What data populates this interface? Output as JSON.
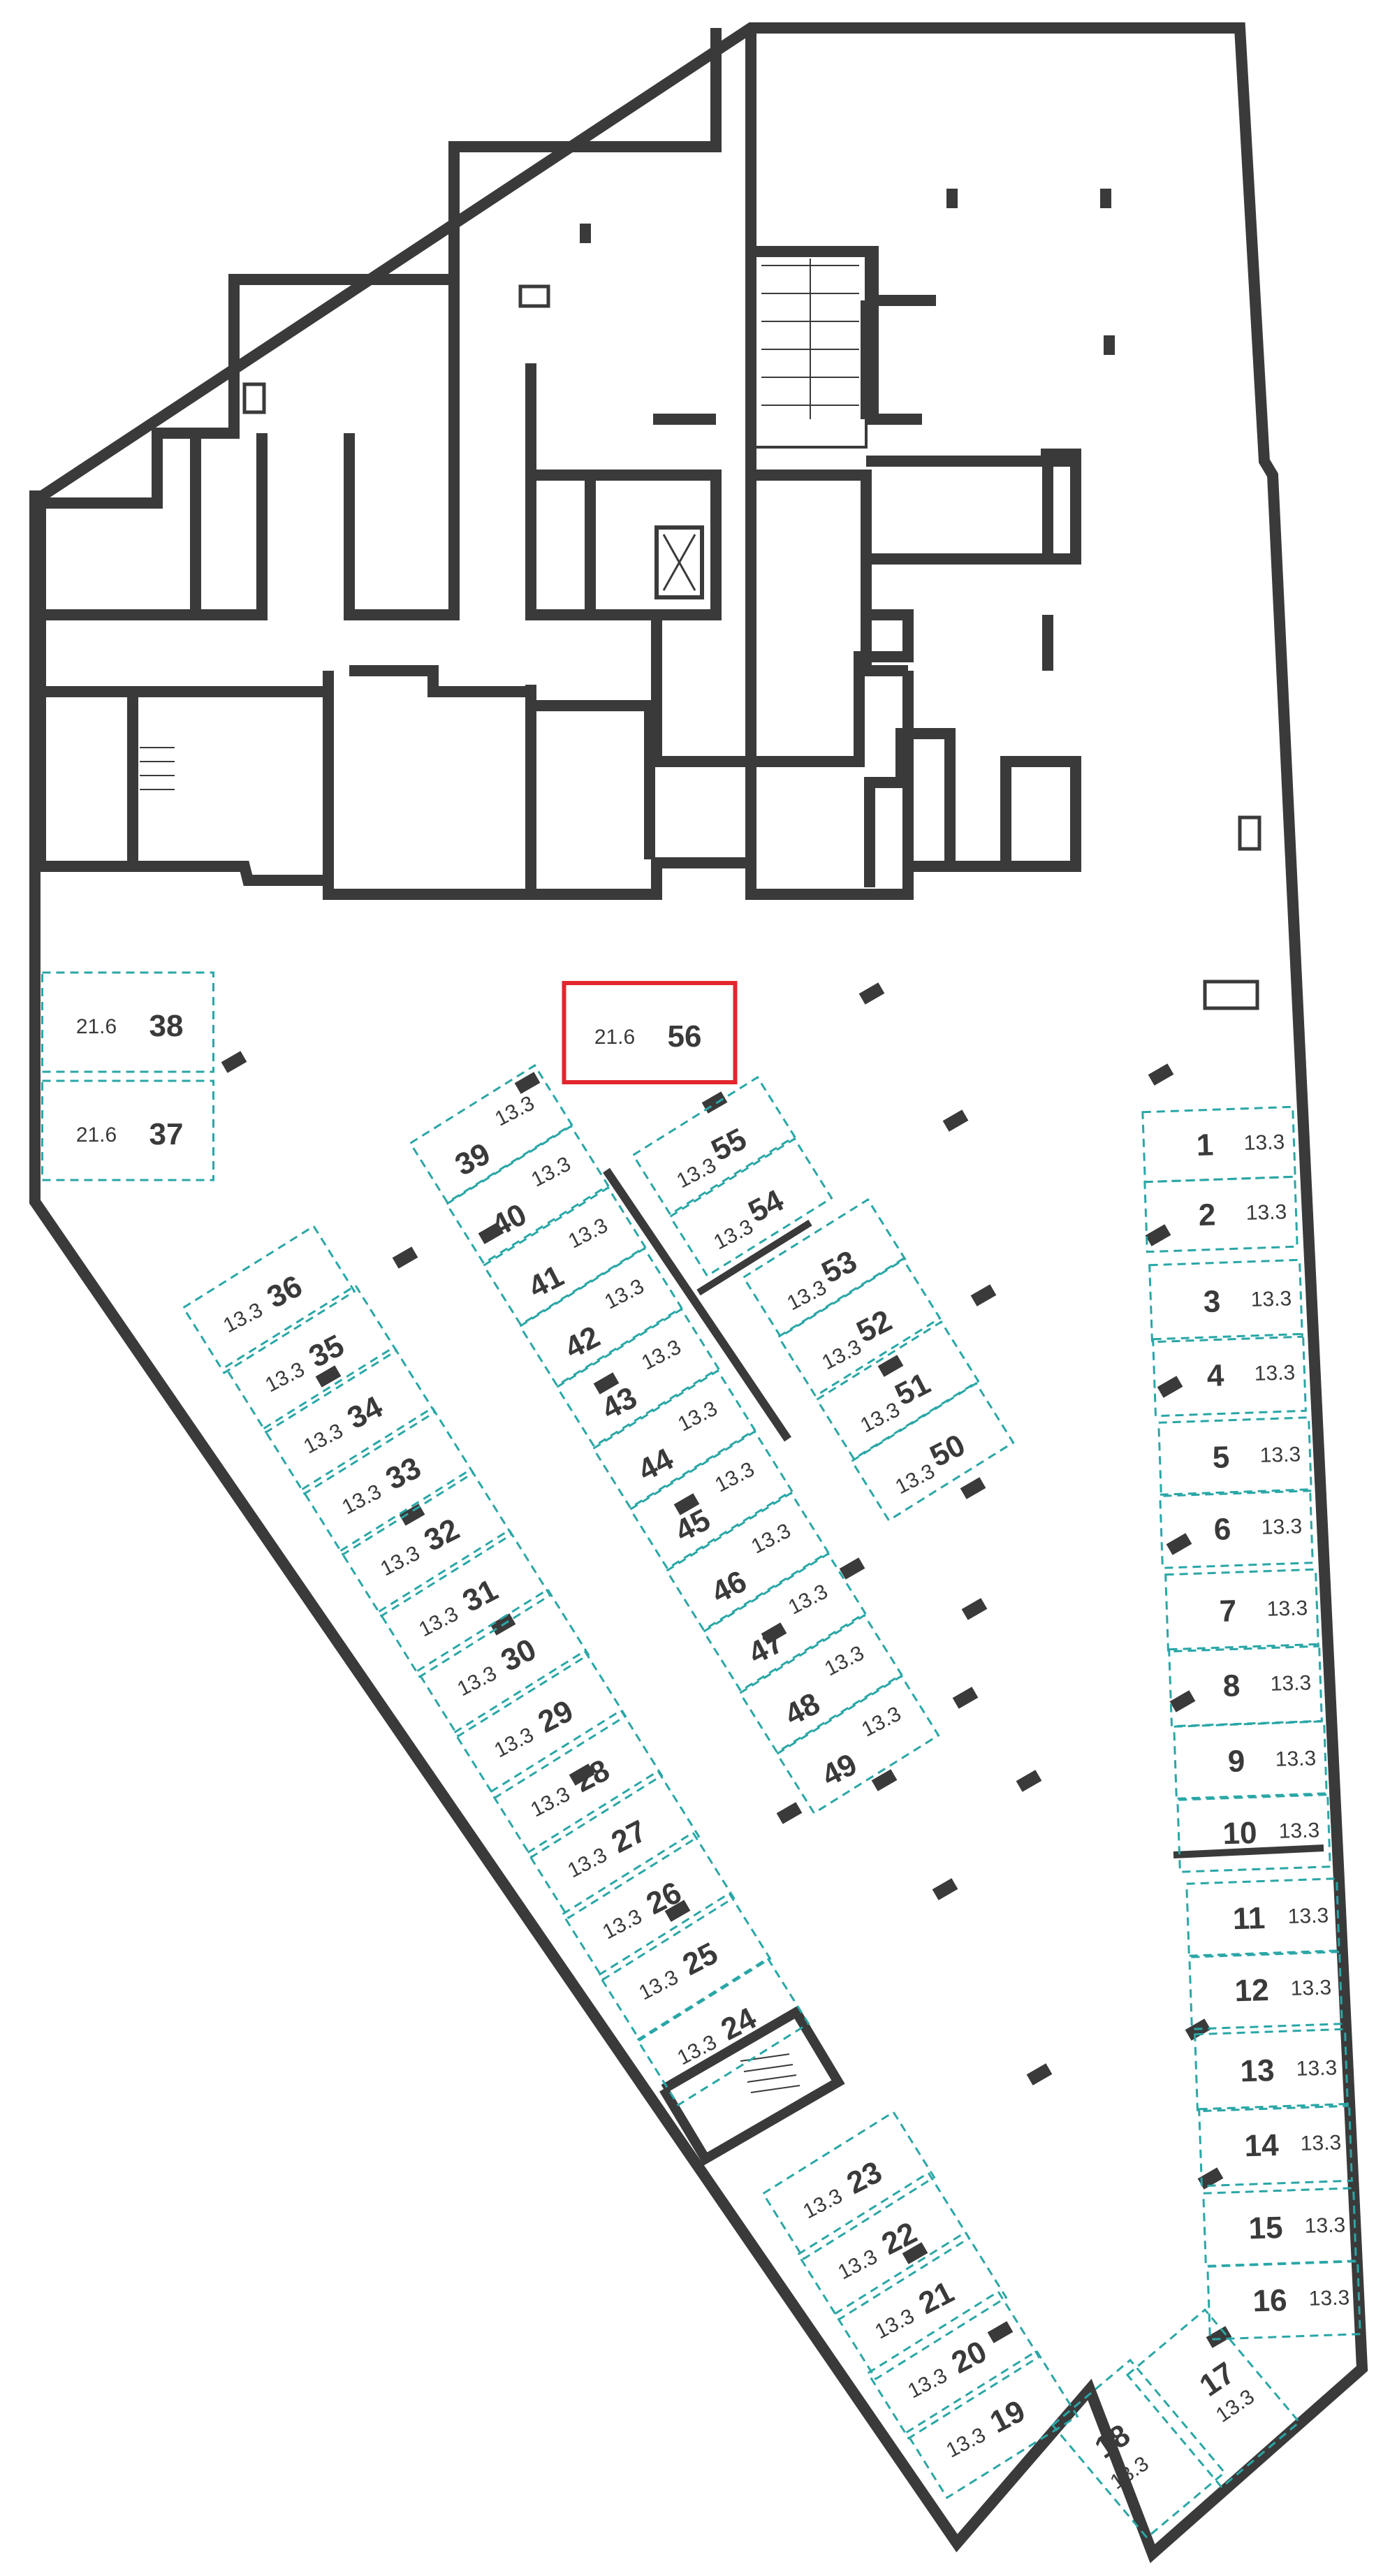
{
  "colors": {
    "wall": "#3a3a3a",
    "slot_border": "#2aa6a6",
    "highlight": "#e3262d",
    "text": "#3a3a3a"
  },
  "highlighted_slot": "56",
  "slots": [
    {
      "n": "1",
      "area": "13.3"
    },
    {
      "n": "2",
      "area": "13.3"
    },
    {
      "n": "3",
      "area": "13.3"
    },
    {
      "n": "4",
      "area": "13.3"
    },
    {
      "n": "5",
      "area": "13.3"
    },
    {
      "n": "6",
      "area": "13.3"
    },
    {
      "n": "7",
      "area": "13.3"
    },
    {
      "n": "8",
      "area": "13.3"
    },
    {
      "n": "9",
      "area": "13.3"
    },
    {
      "n": "10",
      "area": "13.3"
    },
    {
      "n": "11",
      "area": "13.3"
    },
    {
      "n": "12",
      "area": "13.3"
    },
    {
      "n": "13",
      "area": "13.3"
    },
    {
      "n": "14",
      "area": "13.3"
    },
    {
      "n": "15",
      "area": "13.3"
    },
    {
      "n": "16",
      "area": "13.3"
    },
    {
      "n": "17",
      "area": "13.3"
    },
    {
      "n": "18",
      "area": "13.3"
    },
    {
      "n": "19",
      "area": "13.3"
    },
    {
      "n": "20",
      "area": "13.3"
    },
    {
      "n": "21",
      "area": "13.3"
    },
    {
      "n": "22",
      "area": "13.3"
    },
    {
      "n": "23",
      "area": "13.3"
    },
    {
      "n": "24",
      "area": "13.3"
    },
    {
      "n": "25",
      "area": "13.3"
    },
    {
      "n": "26",
      "area": "13.3"
    },
    {
      "n": "27",
      "area": "13.3"
    },
    {
      "n": "28",
      "area": "13.3"
    },
    {
      "n": "29",
      "area": "13.3"
    },
    {
      "n": "30",
      "area": "13.3"
    },
    {
      "n": "31",
      "area": "13.3"
    },
    {
      "n": "32",
      "area": "13.3"
    },
    {
      "n": "33",
      "area": "13.3"
    },
    {
      "n": "34",
      "area": "13.3"
    },
    {
      "n": "35",
      "area": "13.3"
    },
    {
      "n": "36",
      "area": "13.3"
    },
    {
      "n": "37",
      "area": "21.6"
    },
    {
      "n": "38",
      "area": "21.6"
    },
    {
      "n": "39",
      "area": "13.3"
    },
    {
      "n": "40",
      "area": "13.3"
    },
    {
      "n": "41",
      "area": "13.3"
    },
    {
      "n": "42",
      "area": "13.3"
    },
    {
      "n": "43",
      "area": "13.3"
    },
    {
      "n": "44",
      "area": "13.3"
    },
    {
      "n": "45",
      "area": "13.3"
    },
    {
      "n": "46",
      "area": "13.3"
    },
    {
      "n": "47",
      "area": "13.3"
    },
    {
      "n": "48",
      "area": "13.3"
    },
    {
      "n": "49",
      "area": "13.3"
    },
    {
      "n": "50",
      "area": "13.3"
    },
    {
      "n": "51",
      "area": "13.3"
    },
    {
      "n": "52",
      "area": "13.3"
    },
    {
      "n": "53",
      "area": "13.3"
    },
    {
      "n": "54",
      "area": "13.3"
    },
    {
      "n": "55",
      "area": "13.3"
    },
    {
      "n": "56",
      "area": "21.6"
    }
  ]
}
